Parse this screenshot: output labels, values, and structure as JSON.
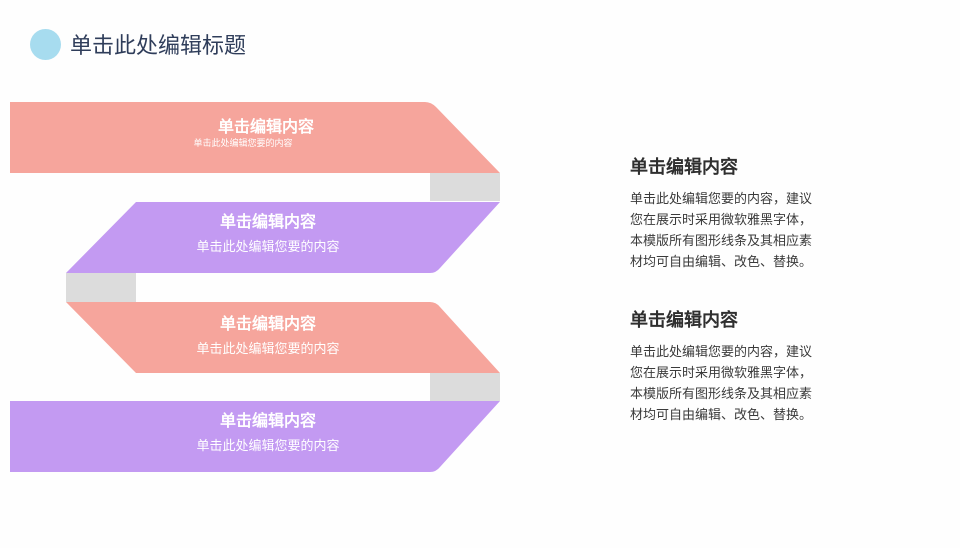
{
  "slide": {
    "title": "单击此处编辑标题",
    "colors": {
      "title_dot": "#a7dcef",
      "salmon": "#f6a59c",
      "lavender": "#c39af2",
      "fold": "#dcdcdc",
      "title_text": "#2f3d5a"
    }
  },
  "ribbon": {
    "bands": [
      {
        "heading": "单击编辑内容",
        "subtitle": "单击此处编辑您要的内容"
      },
      {
        "heading": "单击编辑内容",
        "subtitle": "单击此处编辑您要的内容"
      },
      {
        "heading": "单击编辑内容",
        "subtitle": "单击此处编辑您要的内容"
      },
      {
        "heading": "单击编辑内容",
        "subtitle": "单击此处编辑您要的内容"
      }
    ]
  },
  "sidebar": {
    "blocks": [
      {
        "heading": "单击编辑内容",
        "body": "单击此处编辑您要的内容，建议您在展示时采用微软雅黑字体，本模版所有图形线条及其相应素材均可自由编辑、改色、替换。"
      },
      {
        "heading": "单击编辑内容",
        "body": "单击此处编辑您要的内容，建议您在展示时采用微软雅黑字体，本模版所有图形线条及其相应素材均可自由编辑、改色、替换。"
      }
    ]
  }
}
